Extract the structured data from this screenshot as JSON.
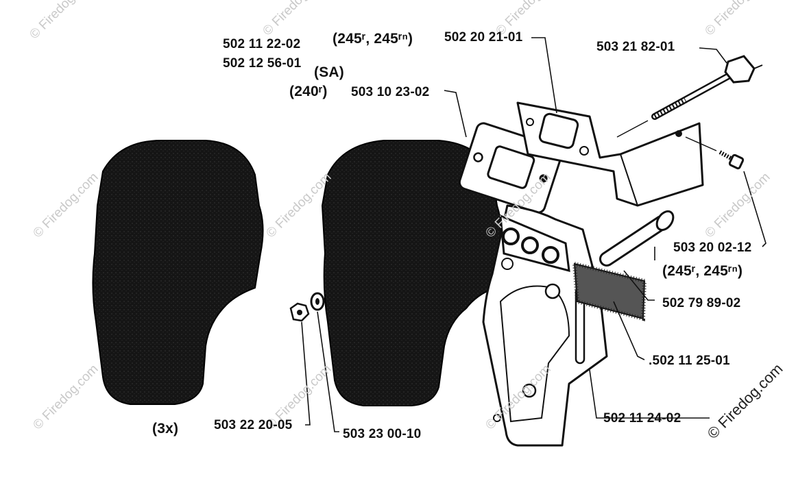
{
  "watermark": "© Firedog.com",
  "labels": {
    "p_502_11_22_02": "502 11 22-02",
    "p_502_12_56_01": "502 12 56-01",
    "sa": "(SA)",
    "model_240": "(240ʳ)",
    "models_245_top": "(245ʳ, 245ʳⁿ)",
    "p_502_20_21_01": "502 20 21-01",
    "p_503_21_82_01": "503 21 82-01",
    "p_503_10_23_02": "503 10 23-02",
    "p_503_20_02_12": "503 20 02-12",
    "models_245_right": "(245ʳ, 245ʳⁿ)",
    "p_502_79_89_02": "502 79 89-02",
    "p_502_11_25_01": ".502 11 25-01",
    "p_502_11_24_02": "502 11 24-02",
    "qty_3x": "(3x)",
    "p_503_22_20_05": "503 22 20-05",
    "p_503_23_00_10": "503 23 00-10"
  },
  "colors": {
    "ink": "#111111",
    "muffler_fill": "#1a1a1a",
    "watermark": "#c9c9c9"
  }
}
